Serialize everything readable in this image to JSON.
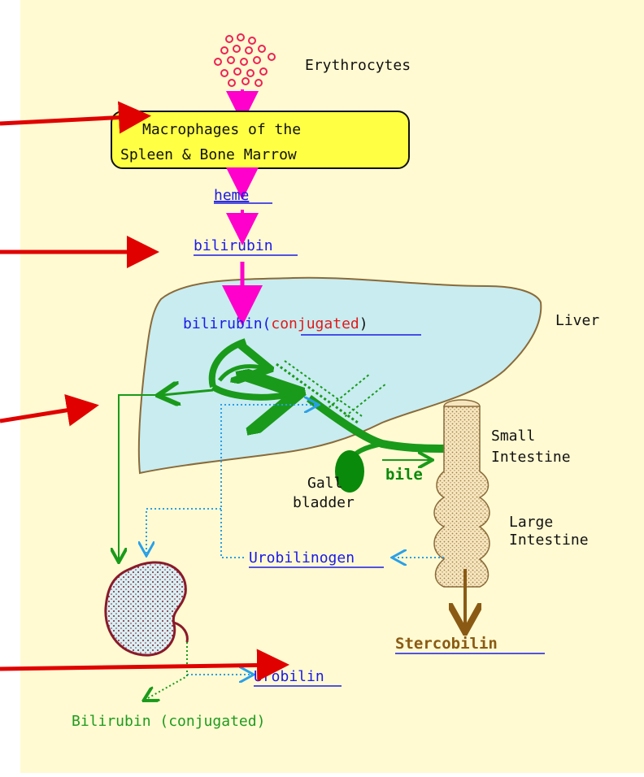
{
  "diagram": {
    "labels": {
      "erythrocytes": "Erythrocytes",
      "macrophages_line1": "Macrophages of the",
      "macrophages_line2": "Spleen & Bone Marrow",
      "heme": "heme",
      "bilirubin": "bilirubin",
      "bilirubin_liver": "bilirubin(",
      "conjugated": "conjugated",
      "close_paren": ")",
      "liver": "Liver",
      "small_intestine_1": "Small",
      "small_intestine_2": "Intestine",
      "bile": "bile",
      "gall_1": "Gall",
      "gall_2": "bladder",
      "large_intestine_1": "Large",
      "large_intestine_2": "Intestine",
      "urobilinogen": "Urobilinogen",
      "stercobilin": "Stercobilin",
      "urobilin": "Urobilin",
      "bilirubin_conjugated_kidney": "Bilirubin (conjugated)"
    },
    "colors": {
      "background": "#fffad2",
      "liver_fill": "#c8ecf0",
      "macrophage_box": "#ffff44",
      "magenta_arrows": "#ff00cc",
      "green_paths": "#1a9a1a",
      "blue_dotted": "#2aa0e8",
      "brown_path": "#8a5a14",
      "kidney": "#8a1a2a",
      "pointer_arrows": "#e00000"
    }
  }
}
